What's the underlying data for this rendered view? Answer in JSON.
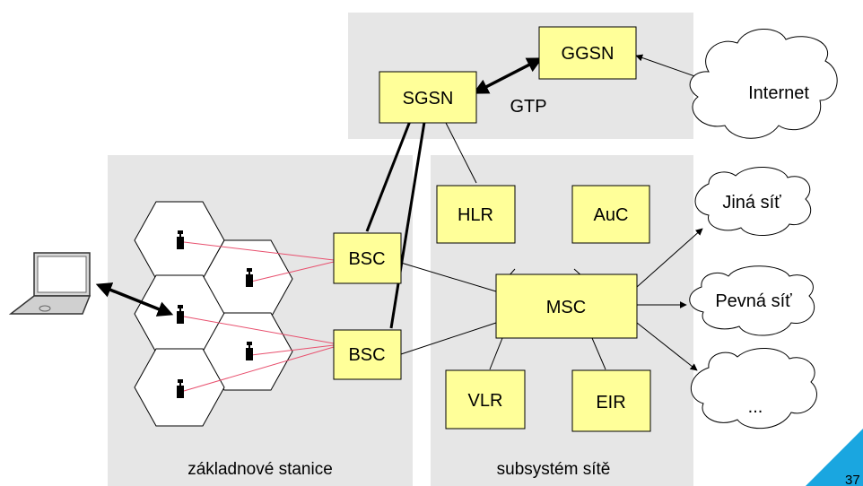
{
  "areas": {
    "gprs_core": "",
    "base_stations": "základnové stanice",
    "network_subsystem": "subsystém sítě"
  },
  "nodes": {
    "ggsn": "GGSN",
    "sgsn": "SGSN",
    "hlr": "HLR",
    "auc": "AuC",
    "bsc_top": "BSC",
    "bsc_bottom": "BSC",
    "msc": "MSC",
    "vlr": "VLR",
    "eir": "EIR"
  },
  "labels": {
    "gtp": "GTP"
  },
  "clouds": {
    "internet": "Internet",
    "other_network": "Jiná síť",
    "fixed_network": "Pevná síť",
    "more": "..."
  },
  "page_number": "37",
  "colors": {
    "area_fill": "#e6e6e6",
    "node_fill": "#ffff99",
    "radio_link": "#e8506e",
    "corner_accent": "#1aa6e0"
  }
}
